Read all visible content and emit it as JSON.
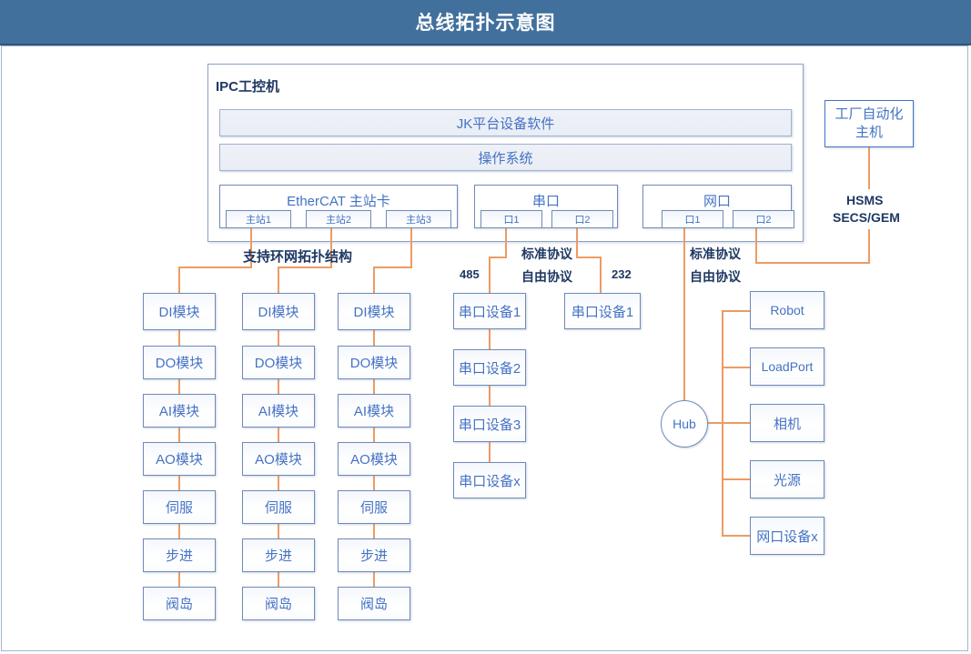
{
  "title": "总线拓扑示意图",
  "ipc": {
    "label": "IPC工控机",
    "software_bar": "JK平台设备软件",
    "os_bar": "操作系统",
    "ethercat": {
      "caption": "EtherCAT 主站卡",
      "ports": [
        "主站1",
        "主站2",
        "主站3"
      ]
    },
    "serial": {
      "caption": "串口",
      "ports": [
        "口1",
        "口2"
      ]
    },
    "network": {
      "caption": "网口",
      "ports": [
        "口1",
        "口2"
      ]
    }
  },
  "host": {
    "label": "工厂自动化\n主机",
    "line1": "工厂自动化",
    "line2": "主机",
    "protocol_line1": "HSMS",
    "protocol_line2": "SECS/GEM"
  },
  "labels": {
    "ring_topology": "支持环网拓扑结构",
    "serial_std": "标准协议",
    "serial_free": "自由协议",
    "rs485": "485",
    "rs232": "232",
    "net_std": "标准协议",
    "net_free": "自由协议"
  },
  "io_columns": [
    {
      "modules": [
        "DI模块",
        "DO模块",
        "AI模块",
        "AO模块",
        "伺服",
        "步进",
        "阀岛"
      ]
    },
    {
      "modules": [
        "DI模块",
        "DO模块",
        "AI模块",
        "AO模块",
        "伺服",
        "步进",
        "阀岛"
      ]
    },
    {
      "modules": [
        "DI模块",
        "DO模块",
        "AI模块",
        "AO模块",
        "伺服",
        "步进",
        "阀岛"
      ]
    }
  ],
  "serial_chain": [
    "串口设备1",
    "串口设备2",
    "串口设备3",
    "串口设备x"
  ],
  "serial_single": "串口设备1",
  "hub": {
    "label": "Hub"
  },
  "net_devices": [
    "Robot",
    "LoadPort",
    "相机",
    "光源",
    "网口设备x"
  ],
  "colors": {
    "title_bar": "#41709c",
    "box_border": "#6f8ab8",
    "box_text": "#4472c4",
    "connector": "#ed9b63",
    "label_text": "#1f3864"
  }
}
